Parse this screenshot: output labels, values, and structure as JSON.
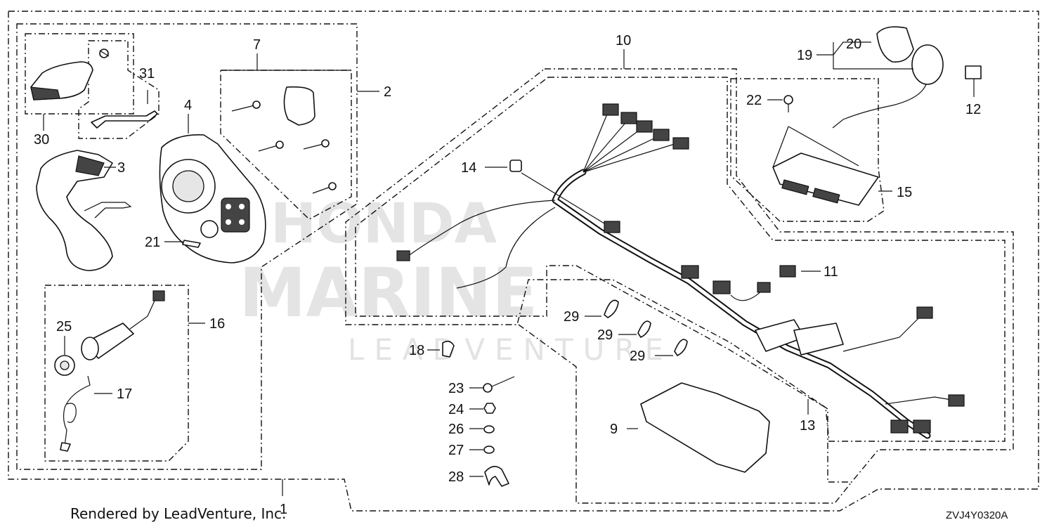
{
  "watermark": {
    "line1": "HONDA",
    "line2": "MARINE",
    "line3": "LEADVENTURE"
  },
  "callouts": [
    {
      "id": "c1",
      "label": "1"
    },
    {
      "id": "c2",
      "label": "2"
    },
    {
      "id": "c3",
      "label": "3"
    },
    {
      "id": "c4",
      "label": "4"
    },
    {
      "id": "c7",
      "label": "7"
    },
    {
      "id": "c9",
      "label": "9"
    },
    {
      "id": "c10",
      "label": "10"
    },
    {
      "id": "c11",
      "label": "11"
    },
    {
      "id": "c12",
      "label": "12"
    },
    {
      "id": "c13",
      "label": "13"
    },
    {
      "id": "c14",
      "label": "14"
    },
    {
      "id": "c15",
      "label": "15"
    },
    {
      "id": "c16",
      "label": "16"
    },
    {
      "id": "c17",
      "label": "17"
    },
    {
      "id": "c18",
      "label": "18"
    },
    {
      "id": "c19",
      "label": "19"
    },
    {
      "id": "c20",
      "label": "20"
    },
    {
      "id": "c21",
      "label": "21"
    },
    {
      "id": "c22",
      "label": "22"
    },
    {
      "id": "c23",
      "label": "23"
    },
    {
      "id": "c24",
      "label": "24"
    },
    {
      "id": "c25",
      "label": "25"
    },
    {
      "id": "c26",
      "label": "26"
    },
    {
      "id": "c27",
      "label": "27"
    },
    {
      "id": "c28",
      "label": "28"
    },
    {
      "id": "c29a",
      "label": "29"
    },
    {
      "id": "c29b",
      "label": "29"
    },
    {
      "id": "c29c",
      "label": "29"
    },
    {
      "id": "c30",
      "label": "30"
    },
    {
      "id": "c31",
      "label": "31"
    }
  ],
  "footer": {
    "credit": "Rendered by LeadVenture, Inc.",
    "code": "ZVJ4Y0320A"
  }
}
